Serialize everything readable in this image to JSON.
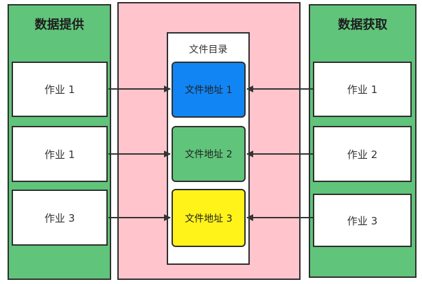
{
  "provider": {
    "title": "数据提供",
    "jobs": [
      "作业 1",
      "作业 1",
      "作业 3"
    ]
  },
  "consumer": {
    "title": "数据获取",
    "jobs": [
      "作业 1",
      "作业 2",
      "作业 3"
    ]
  },
  "directory": {
    "title": "文件目录",
    "entries": [
      {
        "label": "文件地址 1",
        "color": "#1185f3"
      },
      {
        "label": "文件地址 2",
        "color": "#60c47b"
      },
      {
        "label": "文件地址 3",
        "color": "#fff319"
      }
    ]
  },
  "colors": {
    "panel_green": "#60c47b",
    "panel_pink": "#ffc4cc",
    "connector": "#333333"
  }
}
